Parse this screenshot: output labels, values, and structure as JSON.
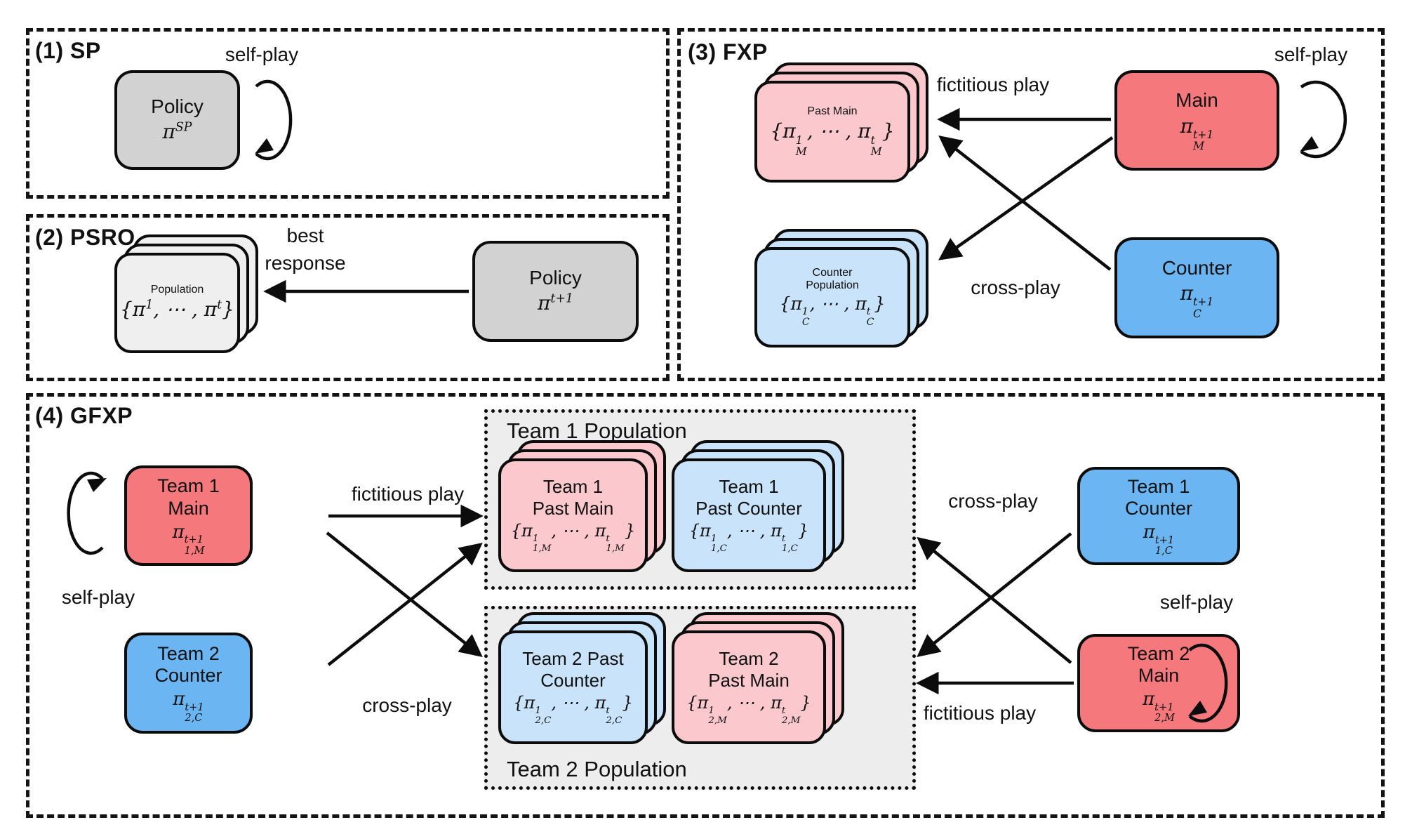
{
  "colors": {
    "red": "#F5797C",
    "pink": "#FBC9CD",
    "blue": "#6CB5F3",
    "lblue": "#C9E3FA",
    "gray": "#D2D2D2",
    "lgray": "#EFEFEF",
    "popbg": "#EDEDED"
  },
  "labels": {
    "selfplay": "self-play",
    "fictitious": "fictitious play",
    "crossplay": "cross-play",
    "best1": "best",
    "best2": "response"
  },
  "p1": {
    "title": "(1) SP",
    "policy": {
      "label": "Policy",
      "math": "π<sup>SP</sup>"
    }
  },
  "p2": {
    "title": "(2) PSRO",
    "population": {
      "label": "Population",
      "math": "{π<sup>1</sup>, ⋯ , π<sup>t</sup>}"
    },
    "policy": {
      "label": "Policy",
      "math": "π<sup>t+1</sup>"
    }
  },
  "p3": {
    "title": "(3) FXP",
    "past_main": {
      "label": "Past Main",
      "math": "{π<span class=\"ss\"><span>1</span><span>M</span></span>, ⋯ , π<span class=\"ss\"><span>t</span><span>M</span></span>}"
    },
    "counter_pop": {
      "line1": "Counter",
      "line2": "Population",
      "math": "{π<span class=\"ss\"><span>1</span><span>C</span></span>, ⋯ , π<span class=\"ss\"><span>t</span><span>C</span></span>}"
    },
    "main": {
      "label": "Main",
      "math": "π<span class=\"ss\"><span>t+1</span><span>M</span></span>"
    },
    "counter": {
      "label": "Counter",
      "math": "π<span class=\"ss\"><span>t+1</span><span>C</span></span>"
    }
  },
  "p4": {
    "title": "(4) GFXP",
    "team1_main": {
      "line1": "Team 1",
      "line2": "Main",
      "math": "π<span class=\"ss\"><span>t+1</span><span>1,M</span></span>"
    },
    "team2_counter": {
      "line1": "Team 2",
      "line2": "Counter",
      "math": "π<span class=\"ss\"><span>t+1</span><span>2,C</span></span>"
    },
    "team1_counter": {
      "line1": "Team 1",
      "line2": "Counter",
      "math": "π<span class=\"ss\"><span>t+1</span><span>1,C</span></span>"
    },
    "team2_main": {
      "line1": "Team 2",
      "line2": "Main",
      "math": "π<span class=\"ss\"><span>t+1</span><span>2,M</span></span>"
    },
    "team1_pop": {
      "title": "Team 1 Population",
      "past_main": {
        "line1": "Team 1",
        "line2": "Past Main",
        "math": "{π<span class=\"ss\"><span>1</span><span>1,M</span></span>, ⋯ , π<span class=\"ss\"><span>t</span><span>1,M</span></span>}"
      },
      "past_counter": {
        "line1": "Team 1",
        "line2": "Past Counter",
        "math": "{π<span class=\"ss\"><span>1</span><span>1,C</span></span>, ⋯ , π<span class=\"ss\"><span>t</span><span>1,C</span></span>}"
      }
    },
    "team2_pop": {
      "title": "Team 2 Population",
      "past_counter": {
        "line1": "Team 2 Past",
        "line2": "Counter",
        "math": "{π<span class=\"ss\"><span>1</span><span>2,C</span></span>, ⋯ , π<span class=\"ss\"><span>t</span><span>2,C</span></span>}"
      },
      "past_main": {
        "line1": "Team 2",
        "line2": "Past Main",
        "math": "{π<span class=\"ss\"><span>1</span><span>2,M</span></span>, ⋯ , π<span class=\"ss\"><span>t</span><span>2,M</span></span>}"
      }
    }
  }
}
